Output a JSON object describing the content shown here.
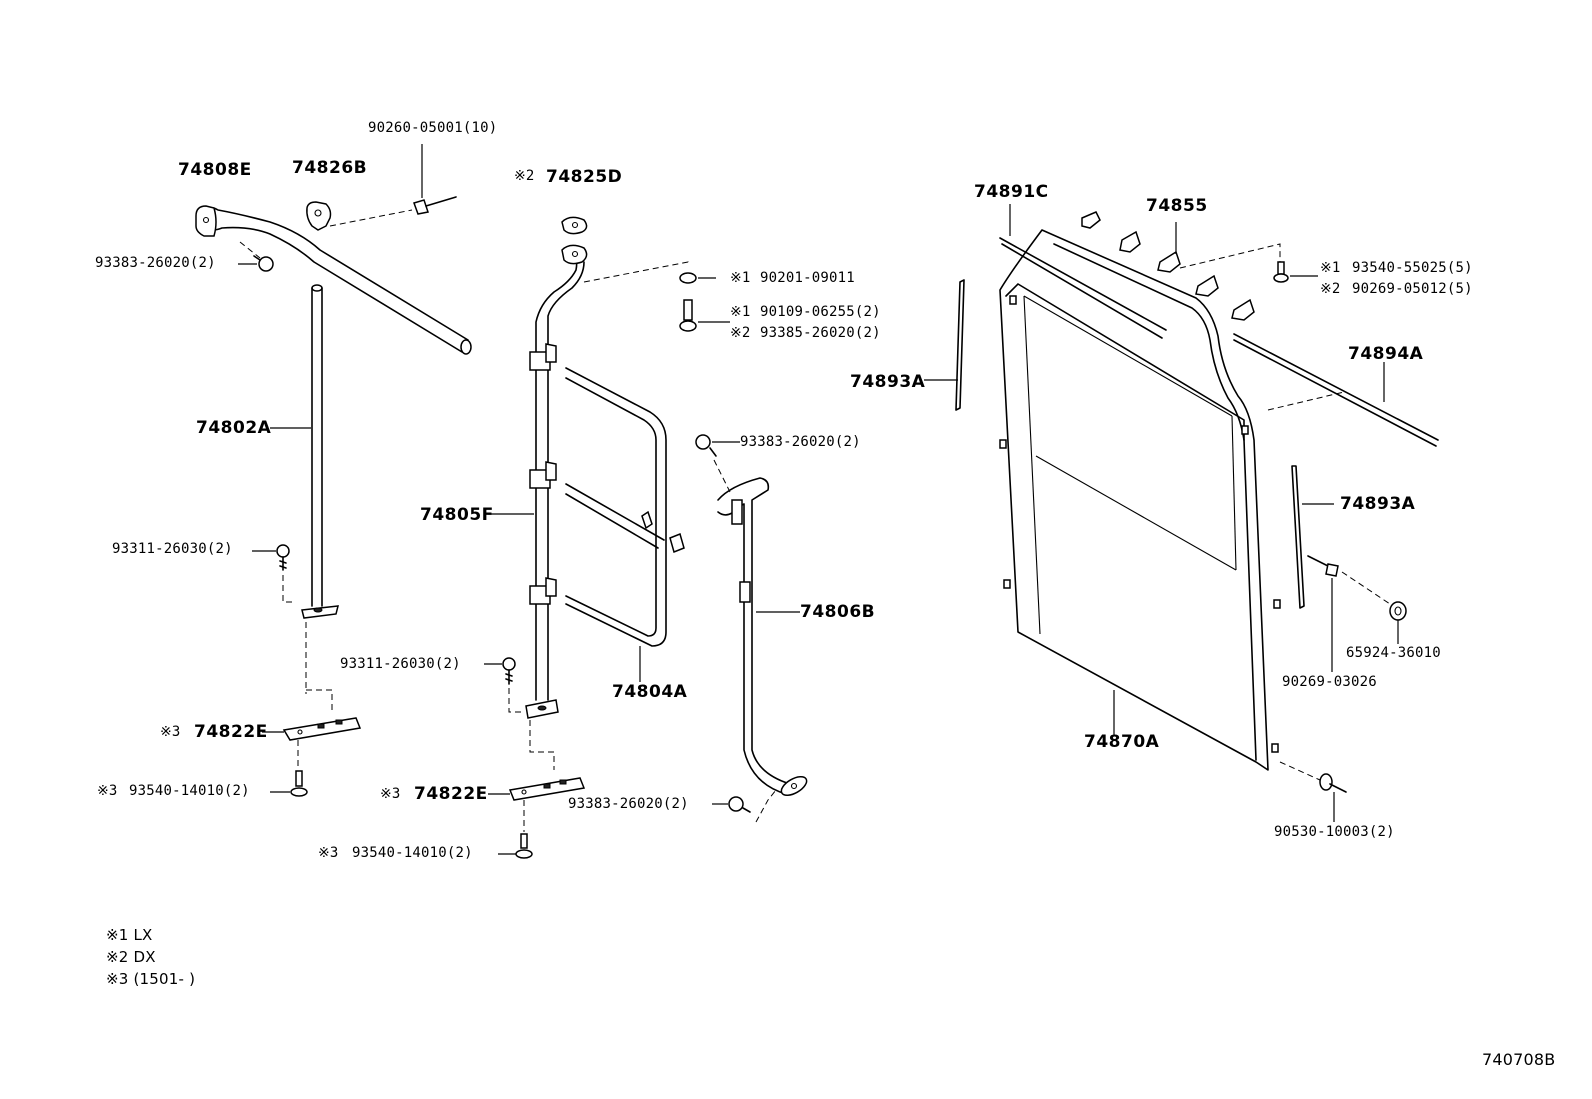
{
  "labels": {
    "p74808E": "74808E",
    "p74826B": "74826B",
    "p90260": "90260-05001(10)",
    "p93383_a": "93383-26020(2)",
    "p74802A": "74802A",
    "p93311_a": "93311-26030(2)",
    "p74822E_a": "74822E",
    "p93540_14010_a": "93540-14010(2)",
    "p74825D": "74825D",
    "p90201": "90201-09011",
    "p90109": "90109-06255(2)",
    "p93385": "93385-26020(2)",
    "p74805F": "74805F",
    "p93311_b": "93311-26030(2)",
    "p74822E_b": "74822E",
    "p93540_14010_b": "93540-14010(2)",
    "p74804A": "74804A",
    "p93383_b": "93383-26020(2)",
    "p74806B": "74806B",
    "p93383_c": "93383-26020(2)",
    "p74891C": "74891C",
    "p74855": "74855",
    "p93540_55025": "93540-55025(5)",
    "p90269_05012": "90269-05012(5)",
    "p74894A": "74894A",
    "p74893A_a": "74893A",
    "p74893A_b": "74893A",
    "p65924": "65924-36010",
    "p90269_03026": "90269-03026",
    "p74870A": "74870A",
    "p90530": "90530-10003(2)"
  },
  "marks": {
    "m1": "※1",
    "m2": "※2",
    "m3": "※3"
  },
  "legend": {
    "l1": "※1 LX",
    "l2": "※2 DX",
    "l3": "※3 (1501-      )"
  },
  "figure_code": "740708B"
}
